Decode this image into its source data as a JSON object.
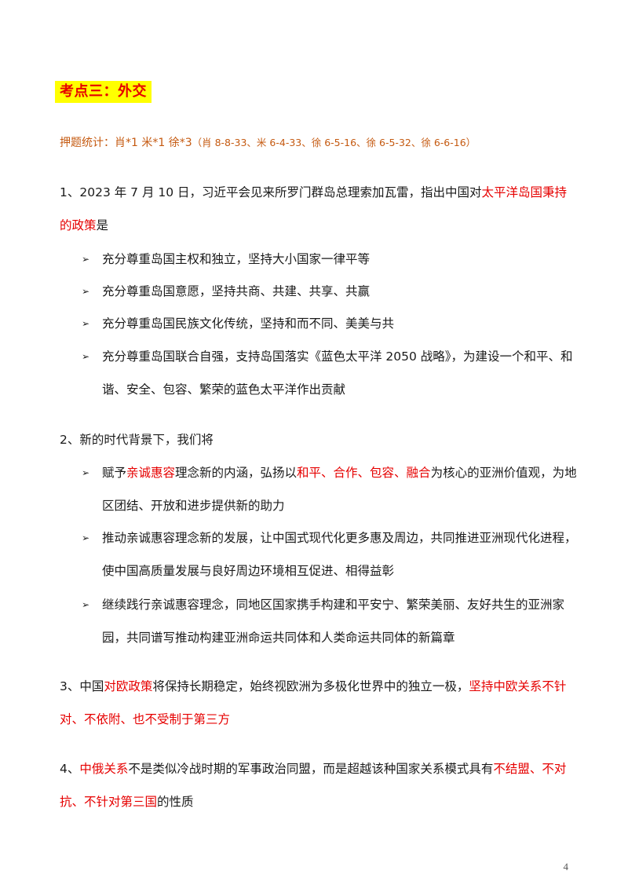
{
  "heading": "考点三：外交",
  "stats": {
    "main": "押题统计：肖*1 米*1 徐*3",
    "detail": "（肖 8-8-33、米 6-4-33、徐 6-5-16、徐 6-5-32、徐 6-6-16）"
  },
  "item1": {
    "intro_a": "1、2023 年 7 月 10 日，习近平会见来所罗门群岛总理索加瓦雷，指出中国对",
    "intro_red": "太平洋岛国秉持的政策",
    "intro_b": "是",
    "bullets": [
      "充分尊重岛国主权和独立，坚持大小国家一律平等",
      "充分尊重岛国意愿，坚持共商、共建、共享、共赢",
      "充分尊重岛国民族文化传统，坚持和而不同、美美与共",
      "充分尊重岛国联合自强，支持岛国落实《蓝色太平洋 2050 战略》，为建设一个和平、和谐、安全、包容、繁荣的蓝色太平洋作出贡献"
    ]
  },
  "item2": {
    "intro": "2、新的时代背景下，我们将",
    "bullet1": {
      "a": "赋予",
      "red1": "亲诚惠容",
      "b": "理念新的内涵，弘扬以",
      "red2": "和平、合作、包容、融合",
      "c": "为核心的亚洲价值观，为地区团结、开放和进步提供新的助力"
    },
    "bullet2": "推动亲诚惠容理念新的发展，让中国式现代化更多惠及周边，共同推进亚洲现代化进程，使中国高质量发展与良好周边环境相互促进、相得益彰",
    "bullet3": "继续践行亲诚惠容理念，同地区国家携手构建和平安宁、繁荣美丽、友好共生的亚洲家园，共同谱写推动构建亚洲命运共同体和人类命运共同体的新篇章"
  },
  "item3": {
    "a": "3、中国",
    "red1": "对欧政策",
    "b": "将保持长期稳定，始终视欧洲为多极化世界中的独立一极，",
    "red2": "坚持中欧关系不针对、不依附、也不受制于第三方"
  },
  "item4": {
    "a": "4、",
    "red1": "中俄关系",
    "b": "不是类似冷战时期的军事政治同盟，而是超越该种国家关系模式具有",
    "red2": "不结盟、不对抗、不针对第三国",
    "c": "的性质"
  },
  "page_number": "4",
  "colors": {
    "heading_bg": "#ffff00",
    "accent_red": "#e60000",
    "stats_orange": "#c55a11"
  }
}
